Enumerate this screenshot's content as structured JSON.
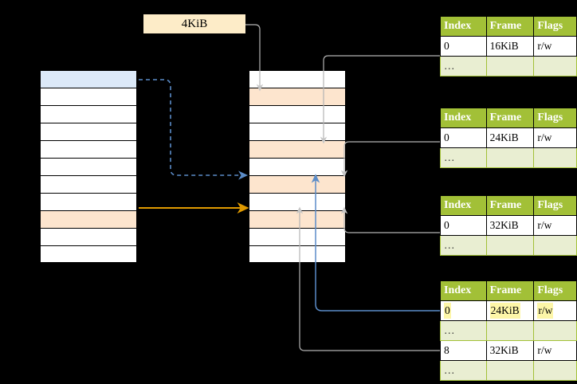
{
  "diagram": {
    "title_label": "4KiB",
    "colors": {
      "header_green": "#a2c037",
      "ellipsis_row": "#e9eed2",
      "highlight_blue": "#dce9f8",
      "highlight_peach": "#fde5ce",
      "highlight_yellow": "#fdf6a8",
      "arrow_blue": "#5b8cc8",
      "arrow_orange": "#e09a00",
      "connector_gray": "#b3b3b3",
      "label_box": "#fdecc8"
    }
  },
  "virtual_column": {
    "name": "virtual-address-space",
    "row_count": 11,
    "rows": [
      {
        "fill": "blue"
      },
      {
        "fill": "white"
      },
      {
        "fill": "white"
      },
      {
        "fill": "white"
      },
      {
        "fill": "white"
      },
      {
        "fill": "white"
      },
      {
        "fill": "white"
      },
      {
        "fill": "white"
      },
      {
        "fill": "peach"
      },
      {
        "fill": "white"
      },
      {
        "fill": "white"
      }
    ]
  },
  "physical_column": {
    "name": "physical-memory",
    "row_count": 11,
    "rows": [
      {
        "fill": "white"
      },
      {
        "fill": "peach"
      },
      {
        "fill": "white"
      },
      {
        "fill": "white"
      },
      {
        "fill": "peach"
      },
      {
        "fill": "white"
      },
      {
        "fill": "peach"
      },
      {
        "fill": "white"
      },
      {
        "fill": "peach"
      },
      {
        "fill": "white"
      },
      {
        "fill": "white"
      }
    ]
  },
  "page_tables": [
    {
      "name": "page-table-1",
      "headers": [
        "Index",
        "Frame",
        "Flags"
      ],
      "rows": [
        {
          "type": "data",
          "highlight": false,
          "cells": [
            "0",
            "16KiB",
            "r/w"
          ]
        },
        {
          "type": "ellipsis",
          "cells": [
            "…",
            "",
            ""
          ]
        }
      ]
    },
    {
      "name": "page-table-2",
      "headers": [
        "Index",
        "Frame",
        "Flags"
      ],
      "rows": [
        {
          "type": "data",
          "highlight": false,
          "cells": [
            "0",
            "24KiB",
            "r/w"
          ]
        },
        {
          "type": "ellipsis",
          "cells": [
            "…",
            "",
            ""
          ]
        }
      ]
    },
    {
      "name": "page-table-3",
      "headers": [
        "Index",
        "Frame",
        "Flags"
      ],
      "rows": [
        {
          "type": "data",
          "highlight": false,
          "cells": [
            "0",
            "32KiB",
            "r/w"
          ]
        },
        {
          "type": "ellipsis",
          "cells": [
            "…",
            "",
            ""
          ]
        }
      ]
    },
    {
      "name": "page-table-4",
      "headers": [
        "Index",
        "Frame",
        "Flags"
      ],
      "rows": [
        {
          "type": "data",
          "highlight": true,
          "cells": [
            "0",
            "24KiB",
            "r/w"
          ]
        },
        {
          "type": "ellipsis",
          "cells": [
            "…",
            "",
            ""
          ]
        },
        {
          "type": "data",
          "highlight": false,
          "cells": [
            "8",
            "32KiB",
            "r/w"
          ]
        },
        {
          "type": "ellipsis",
          "cells": [
            "…",
            "",
            ""
          ]
        }
      ]
    }
  ]
}
